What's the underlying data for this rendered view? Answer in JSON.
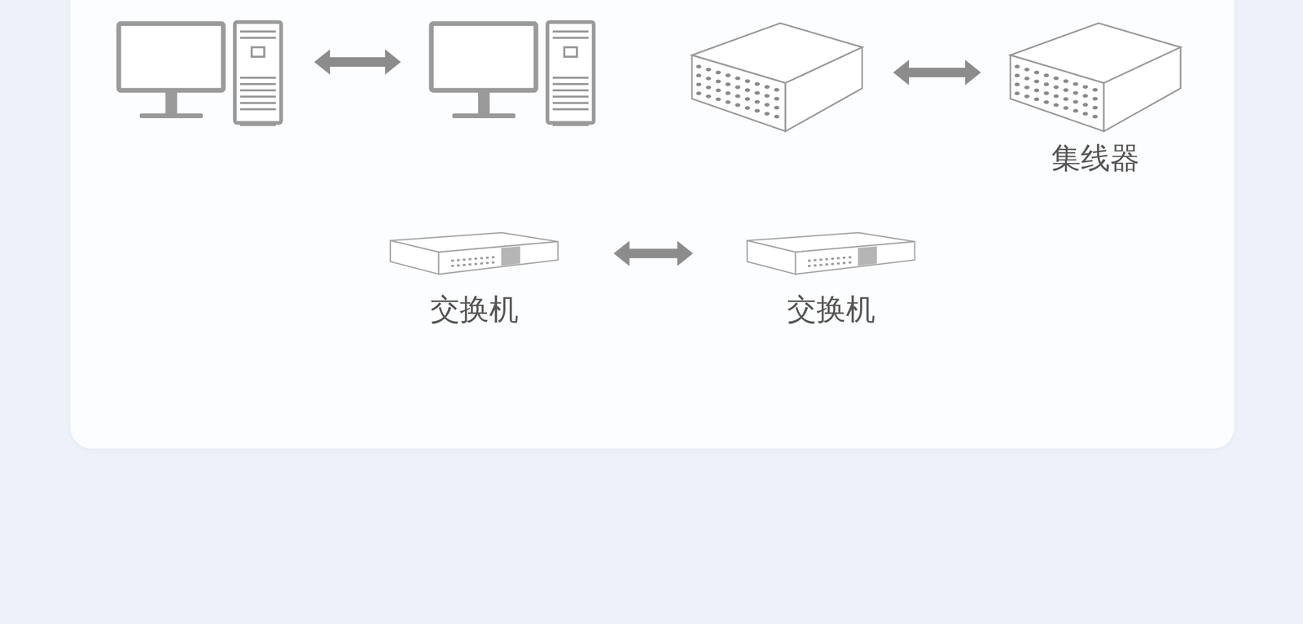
{
  "diagram": {
    "nodes": [
      {
        "text": [
          "集线器"
        ]
      },
      {
        "text": [
          "交换机"
        ]
      },
      {
        "text": [
          "交换机"
        ]
      }
    ],
    "edges": [
      {
        "from": 1,
        "to": 2,
        "arrow": "both"
      }
    ]
  }
}
